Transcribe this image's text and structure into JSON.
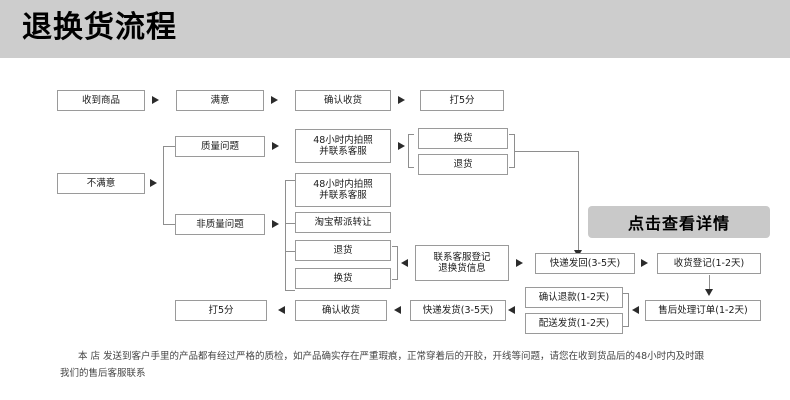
{
  "banner": {
    "title": "退换货流程"
  },
  "cta": {
    "label": "点击查看详情"
  },
  "footer": {
    "line1": "本 店  发送到客户手里的产品都有经过严格的质检，如产品确实存在严重瑕痕，正常穿着后的开胶，开线等问题，请您在收到货品后的48小时内及时跟",
    "line2": "我们的售后客服联系"
  },
  "flow": {
    "nodes": {
      "received": "收到商品",
      "satisfied": "满意",
      "confirm_receipt_top": "确认收货",
      "rate5_top": "打5分",
      "unsatisfied": "不满意",
      "quality_issue": "质量问题",
      "non_quality_issue": "非质量问题",
      "photo_contact_1": "48小时内拍照\n并联系客服",
      "photo_contact_2": "48小时内拍照\n并联系客服",
      "taobao_transfer": "淘宝帮派转让",
      "exchange_top": "换货",
      "return_top": "退货",
      "return_mid": "退货",
      "exchange_mid": "换货",
      "contact_service_register": "联系客服登记\n退换货信息",
      "express_send_back": "快递发回(3-5天)",
      "receipt_register": "收货登记(1-2天)",
      "aftersale_process": "售后处理订单(1-2天)",
      "confirm_refund": "确认退款(1-2天)",
      "delivery_ship": "配送发货(1-2天)",
      "express_ship": "快递发货(3-5天)",
      "confirm_receipt_bottom": "确认收货",
      "rate5_bottom": "打5分"
    }
  },
  "colors": {
    "banner_bg": "#cdcdcd",
    "box_border": "#9a9a9a",
    "connector": "#8e8e8e",
    "arrow": "#2b2b2b",
    "cta_bg": "#c9c9c9",
    "text": "#1a1a1a"
  }
}
